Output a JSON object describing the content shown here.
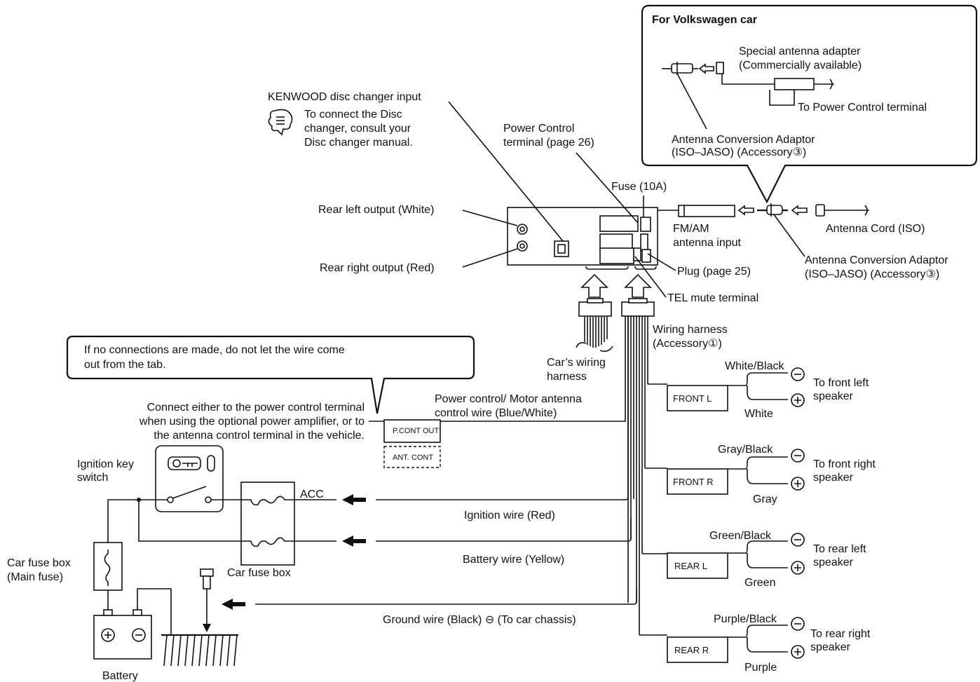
{
  "volkswagen": {
    "title": "For Volkswagen car",
    "special_adapter": [
      "Special antenna adapter",
      "(Commercially available)"
    ],
    "to_power_control": "To Power Control terminal",
    "conversion_adaptor": [
      "Antenna Conversion Adaptor",
      "(ISO–JASO) (Accessory③)"
    ]
  },
  "unit": {
    "kenwood_input": "KENWOOD disc changer input",
    "disc_note": [
      "To connect the Disc",
      "changer, consult your",
      "Disc changer manual."
    ],
    "power_control_terminal": [
      "Power Control",
      "terminal (page 26)"
    ],
    "fuse": "Fuse (10A)",
    "rear_left_output": "Rear left output (White)",
    "rear_right_output": "Rear right output (Red)",
    "fm_am": [
      "FM/AM",
      "antenna input"
    ],
    "antenna_cord": "Antenna Cord (ISO)",
    "conversion_adaptor": [
      "Antenna Conversion Adaptor",
      "(ISO–JASO) (Accessory③)"
    ],
    "plug": "Plug (page 25)",
    "tel_mute": "TEL mute terminal"
  },
  "harness": {
    "cars_wiring": [
      "Car’s wiring",
      "harness"
    ],
    "wiring_harness": [
      "Wiring harness",
      "(Accessory①)"
    ]
  },
  "callout": [
    "If no connections are made, do not let the wire come",
    "out from the tab."
  ],
  "power_control": {
    "connect_note": [
      "Connect either to the power control terminal",
      "when using the optional power amplifier, or to",
      "the antenna control terminal in the vehicle."
    ],
    "wire_label": [
      "Power control/ Motor antenna",
      "control wire (Blue/White)"
    ],
    "pcont_label": "P.CONT OUT",
    "antcont_label": "ANT. CONT"
  },
  "ignition": {
    "switch_label": [
      "Ignition key",
      "switch"
    ],
    "acc": "ACC",
    "ignition_wire": "Ignition wire (Red)",
    "battery_wire": "Battery wire (Yellow)",
    "car_fuse_box": "Car fuse box",
    "main_fuse": [
      "Car fuse box",
      "(Main fuse)"
    ],
    "battery": "Battery",
    "ground_wire": "Ground wire (Black) ⊖ (To car chassis)"
  },
  "speakers": [
    {
      "tag": "FRONT  L",
      "neg": "White/Black",
      "pos": "White",
      "dest": [
        "To front left",
        "speaker"
      ]
    },
    {
      "tag": "FRONT  R",
      "neg": "Gray/Black",
      "pos": "Gray",
      "dest": [
        "To front right",
        "speaker"
      ]
    },
    {
      "tag": "REAR  L",
      "neg": "Green/Black",
      "pos": "Green",
      "dest": [
        "To rear left",
        "speaker"
      ]
    },
    {
      "tag": "REAR  R",
      "neg": "Purple/Black",
      "pos": "Purple",
      "dest": [
        "To rear right",
        "speaker"
      ]
    }
  ],
  "symbols": {
    "minus": "−",
    "plus": "+"
  }
}
